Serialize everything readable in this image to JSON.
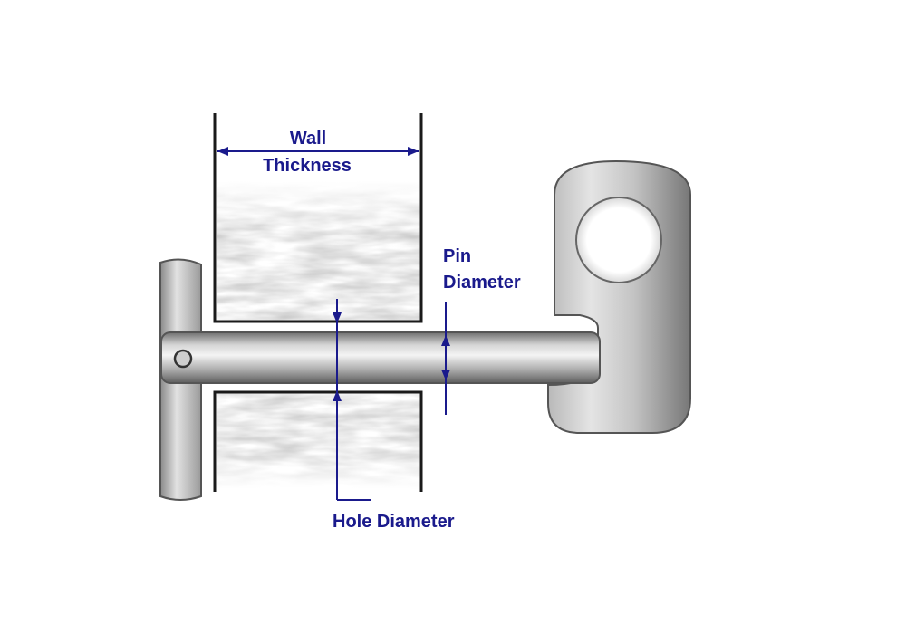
{
  "labels": {
    "wall_thickness_line1": "Wall",
    "wall_thickness_line2": "Thickness",
    "pin_diameter_line1": "Pin",
    "pin_diameter_line2": "Diameter",
    "hole_diameter": "Hole Diameter"
  },
  "colors": {
    "dimension": "#1a1a8c",
    "outline": "#1a1a1a",
    "background": "#ffffff"
  }
}
